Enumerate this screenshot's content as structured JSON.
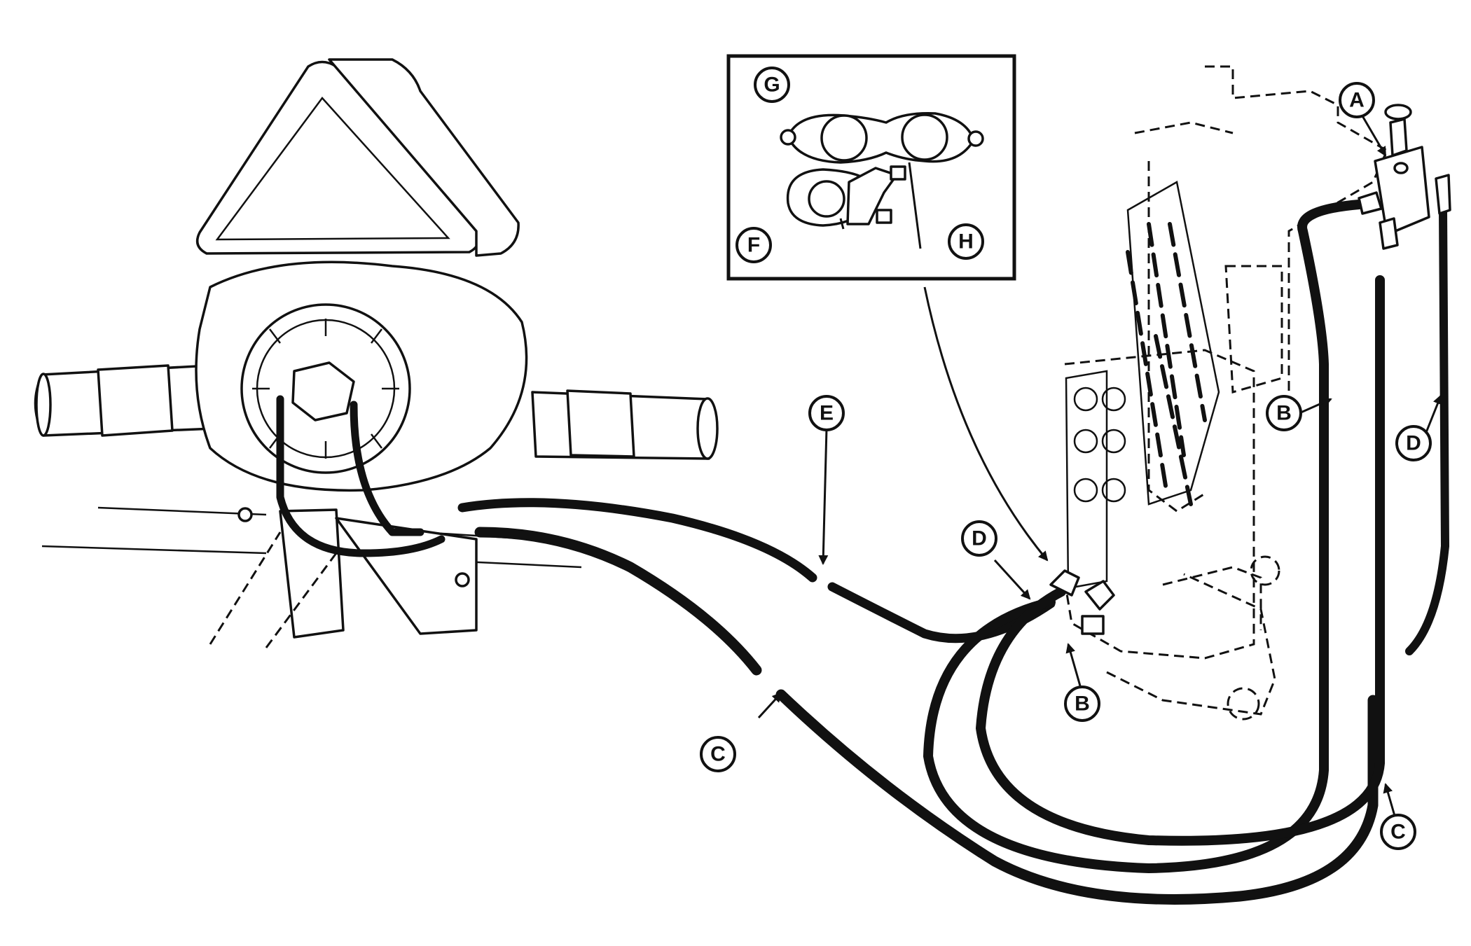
{
  "callouts": {
    "A": "A",
    "B": "B",
    "C": "C",
    "D": "D",
    "E": "E",
    "F": "F",
    "G": "G",
    "H": "H"
  },
  "colors": {
    "ink": "#111111",
    "paper": "#ffffff"
  }
}
